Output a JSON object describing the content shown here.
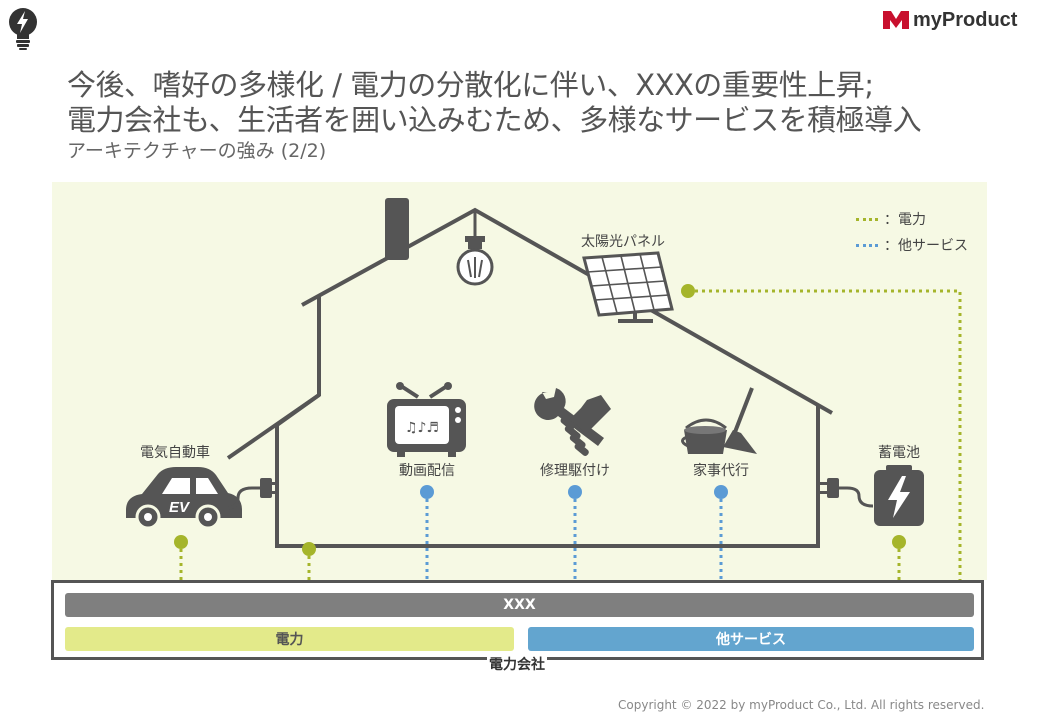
{
  "brand": {
    "name": "myProduct"
  },
  "header": {
    "title_line1": "今後、嗜好の多様化 / 電力の分散化に伴い、XXXの重要性上昇;",
    "title_line2": "電力会社も、生活者を囲い込みむため、多様なサービスを積極導入",
    "subtitle": "アーキテクチャーの強み (2/2)"
  },
  "legend": {
    "power": {
      "label": "：電力",
      "color": "#a5b52b"
    },
    "other": {
      "label": "：他サービス",
      "color": "#5b9bd5"
    }
  },
  "diagram": {
    "solar_panel": "太陽光パネル",
    "ev": "電気自動車",
    "video": "動画配信",
    "repair": "修理駆付け",
    "housework": "家事代行",
    "battery": "蓄電池",
    "ev_badge": "EV"
  },
  "platform": {
    "xxx_label": "XXX",
    "power_label": "電力",
    "other_label": "他サービス",
    "company_label": "電力会社",
    "colors": {
      "xxx": "#7f7f7f",
      "power": "#e3ea8a",
      "other": "#63a5cf",
      "frame": "#555555"
    }
  },
  "footer": {
    "copyright": "Copyright © 2022 by myProduct Co., Ltd.  All rights reserved."
  }
}
